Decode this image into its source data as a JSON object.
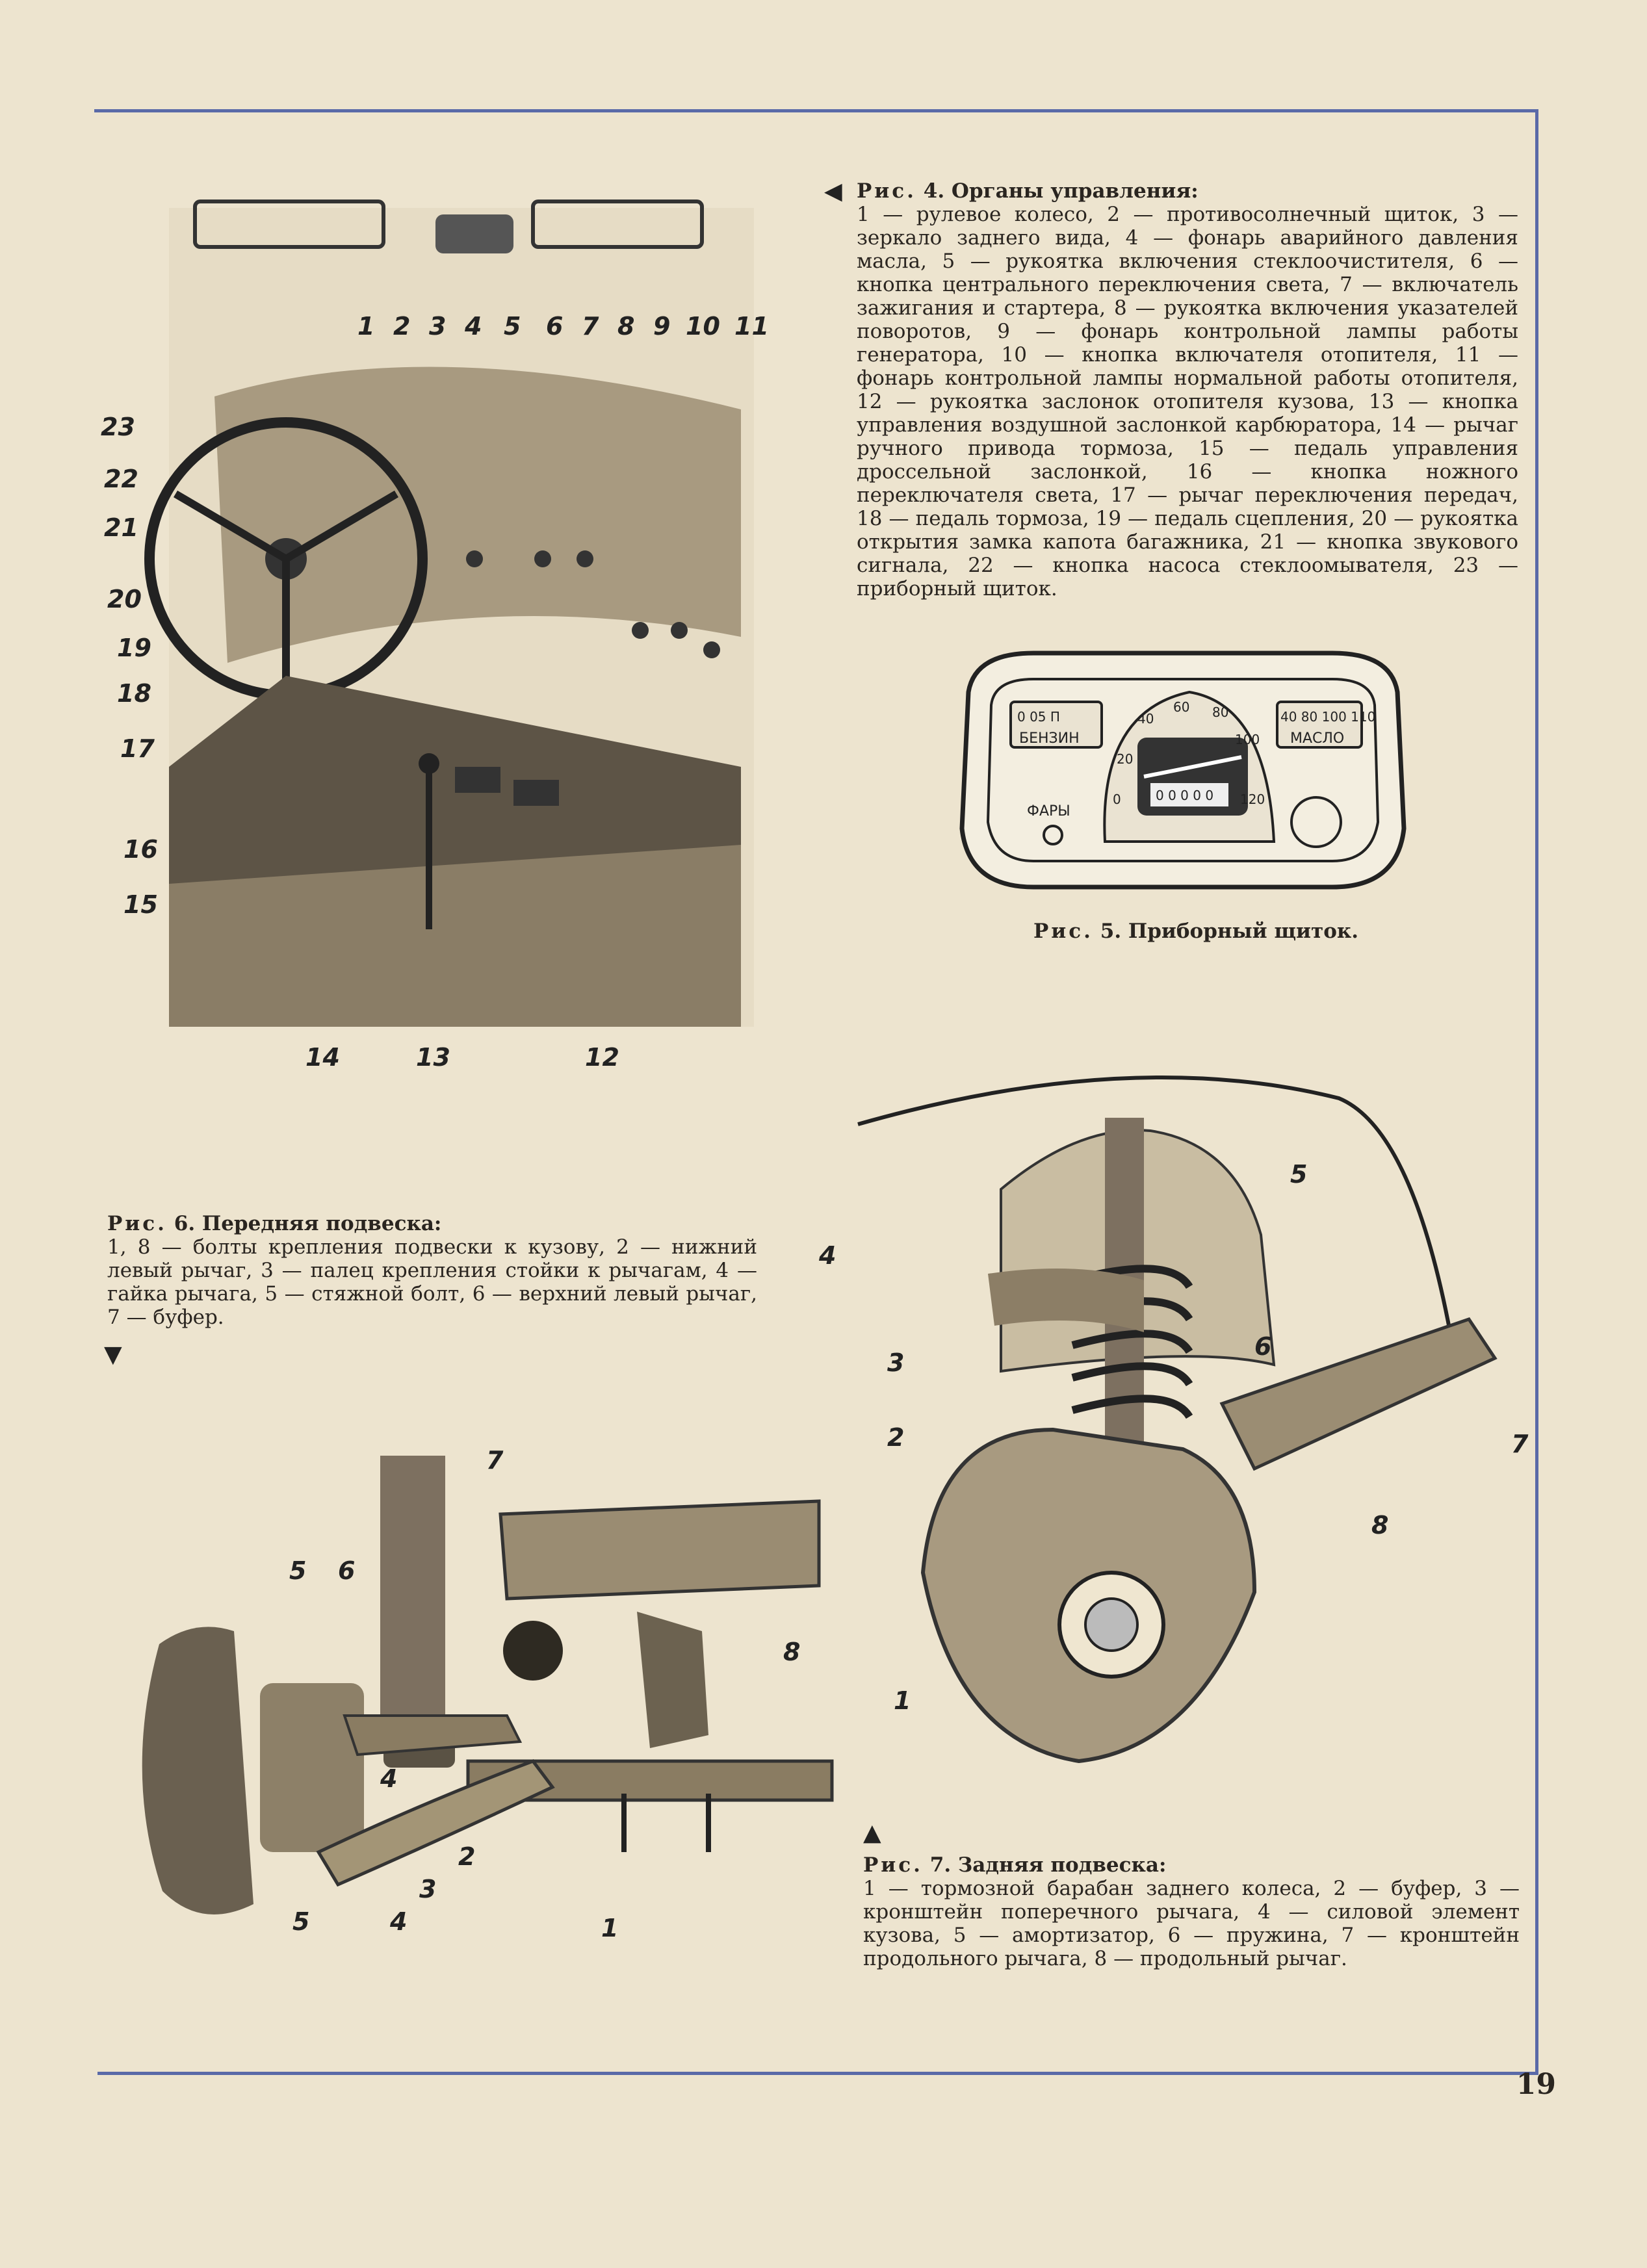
{
  "page_number": "19",
  "fig4": {
    "title_ris": "Рис.",
    "title": "4. Органы управления:",
    "text": "1 — рулевое колесо, 2 — противосолнечный щиток, 3 — зеркало заднего вида, 4 — фонарь аварийного давления масла, 5 — рукоятка включения стеклоочистителя, 6 — кнопка центрального переключения света, 7 — включатель зажигания и стартера, 8 — рукоятка включения указателей поворотов, 9 — фонарь контрольной лампы работы генератора, 10 — кнопка включателя отопителя, 11 — фонарь контрольной лампы нормальной работы отопителя, 12 — рукоятка заслонок отопителя кузова, 13 — кнопка управления воздушной заслонкой карбюратора, 14 — рычаг ручного привода тормоза, 15 — педаль управления дроссельной заслонкой, 16 — кнопка ножного переключателя света, 17 — рычаг переключения передач, 18 — педаль тормоза, 19 — педаль сцепления, 20 — рукоятка открытия замка капота багажника, 21 — кнопка звукового сигнала, 22 — кнопка насоса стеклоомывателя, 23 — приборный щиток.",
    "callouts": [
      "1",
      "2",
      "3",
      "4",
      "5",
      "6",
      "7",
      "8",
      "9",
      "10",
      "11",
      "12",
      "13",
      "14",
      "15",
      "16",
      "17",
      "18",
      "19",
      "20",
      "21",
      "22",
      "23"
    ]
  },
  "fig5": {
    "title_ris": "Рис.",
    "title": "5. Приборный щиток.",
    "gauge_fuel_scale": "0  05  П",
    "gauge_fuel_label": "БЕНЗИН",
    "gauge_oil_scale": "40 80 100 110",
    "gauge_oil_label": "МАСЛО",
    "headlights_label": "ФАРЫ",
    "speed_ticks": [
      "0",
      "20",
      "40",
      "60",
      "80",
      "100",
      "120"
    ],
    "odometer": "0 0 0 0 0"
  },
  "fig6": {
    "title_ris": "Рис.",
    "title": "6. Передняя подвеска:",
    "text": "1, 8 — болты крепления подвески к кузову, 2 — нижний левый рычаг, 3 — палец крепления стойки к рычагам, 4 — гайка рычага, 5 — стяжной болт, 6 — верхний левый рычаг, 7 — буфер.",
    "callouts": [
      "1",
      "2",
      "3",
      "4",
      "4",
      "5",
      "5",
      "6",
      "7",
      "8"
    ]
  },
  "fig7": {
    "title_ris": "Рис.",
    "title": "7. Задняя подвеска:",
    "text": "1 — тормозной барабан заднего колеса, 2 — буфер, 3 — кронштейн поперечного рычага, 4 — силовой элемент кузова, 5 — амортизатор, 6 — пружина, 7 — кронштейн продольного рычага, 8 — продольный рычаг.",
    "callouts": [
      "1",
      "2",
      "3",
      "4",
      "5",
      "6",
      "7",
      "8"
    ]
  },
  "markers": {
    "left_arrow": "◀",
    "down_arrow": "▼",
    "up_arrow": "▲"
  }
}
